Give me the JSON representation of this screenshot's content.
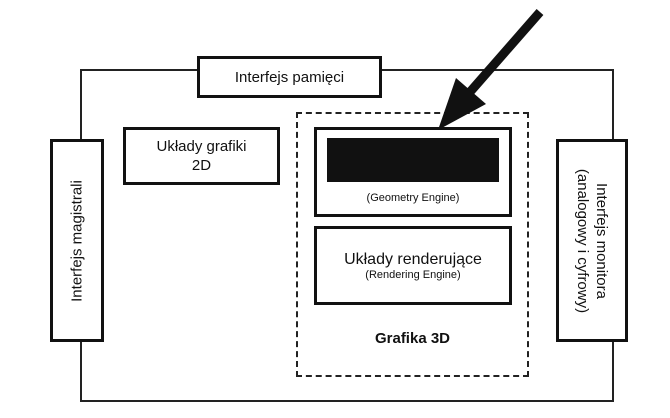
{
  "memory_interface": "Interfejs pamięci",
  "graphics_2d": {
    "line1": "Układy grafiki",
    "line2": "2D"
  },
  "geometry_engine": "(Geometry Engine)",
  "rendering": {
    "title": "Układy renderujące",
    "subtitle": "(Rendering Engine)"
  },
  "graphics_3d": "Grafika 3D",
  "bus_interface": "Interfejs magistrali",
  "monitor_interface": {
    "line1": "Interfejs monitora",
    "line2": "(analogowy i cyfrowy)"
  }
}
